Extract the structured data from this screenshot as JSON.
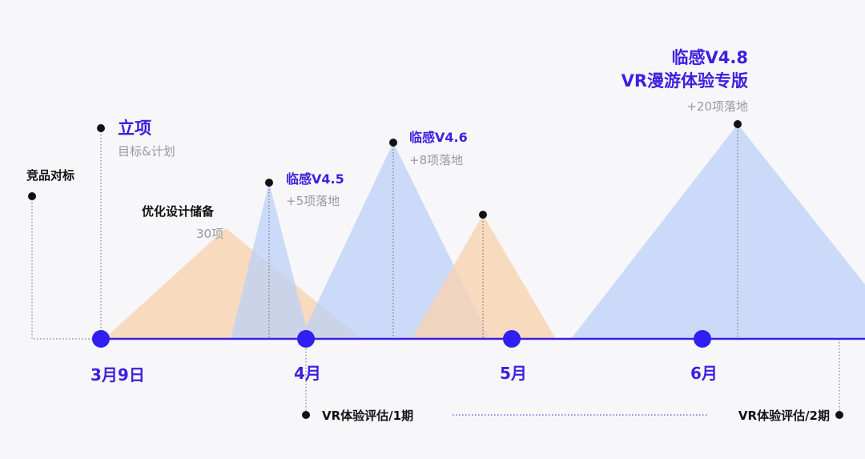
{
  "colors": {
    "accent": "#3d1fe0",
    "milestone_dot": "#2f1ff2",
    "blue_fill": "#bcd0f7",
    "orange_fill": "#f7d2b0",
    "text_dark": "#111111",
    "text_gray": "#999999"
  },
  "timeline": {
    "months": [
      "3月9日",
      "4月",
      "5月",
      "6月"
    ]
  },
  "milestones": {
    "competitor": {
      "title": "竞品对标"
    },
    "kickoff": {
      "title": "立项",
      "subtitle": "目标&计划"
    },
    "reserve": {
      "title": "优化设计储备",
      "subtitle": "30项"
    },
    "v45": {
      "title": "临感V4.5",
      "subtitle": "+5项落地"
    },
    "v46": {
      "title": "临感V4.6",
      "subtitle": "+8项落地"
    },
    "v48": {
      "title": "临感V4.8",
      "title2": "VR漫游体验专版",
      "subtitle": "+20项落地"
    }
  },
  "evaluations": {
    "first": "VR体验评估/1期",
    "second": "VR体验评估/2期"
  }
}
